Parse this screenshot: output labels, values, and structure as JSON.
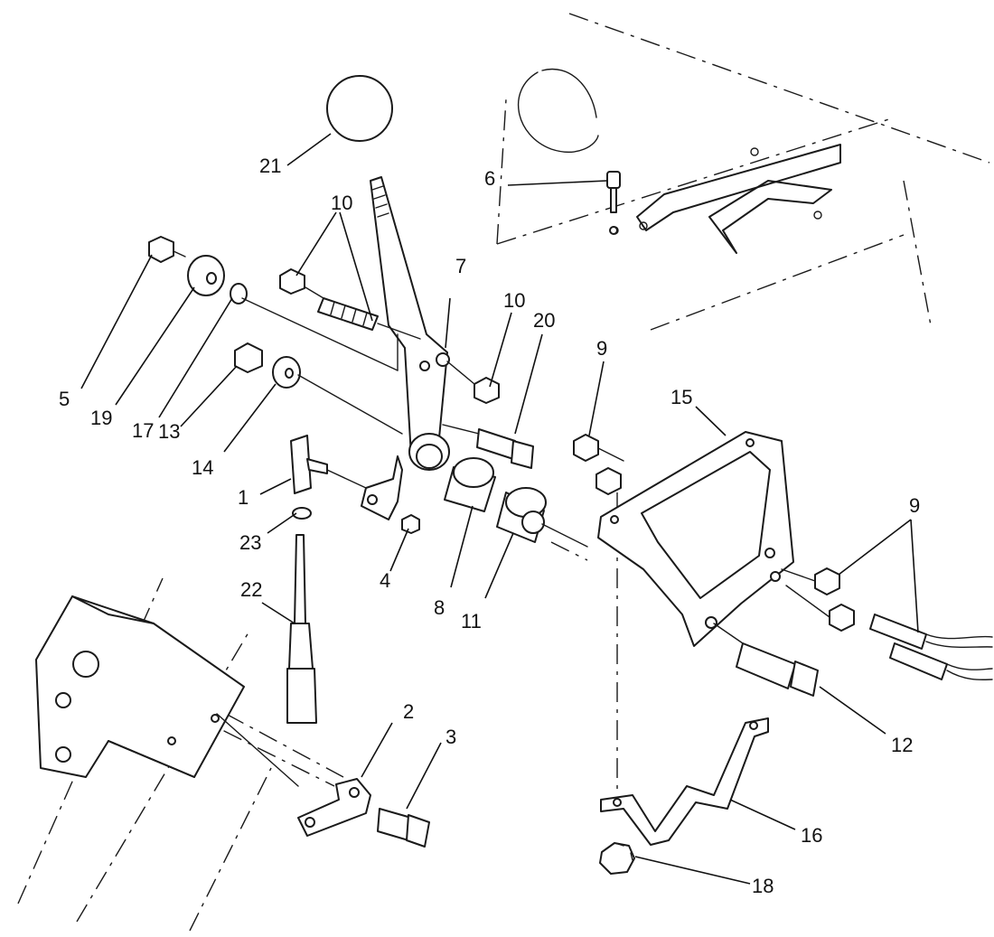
{
  "callouts": {
    "c1": "1",
    "c2": "2",
    "c3": "3",
    "c4": "4",
    "c5": "5",
    "c6": "6",
    "c7": "7",
    "c8": "8",
    "c9a": "9",
    "c9b": "9",
    "c10a": "10",
    "c10b": "10",
    "c11": "11",
    "c12": "12",
    "c13": "13",
    "c14": "14",
    "c15": "15",
    "c16": "16",
    "c17": "17",
    "c18": "18",
    "c19": "19",
    "c20": "20",
    "c21": "21",
    "c22": "22",
    "c23": "23"
  },
  "colors": {
    "line": "#1a1a1a",
    "background": "#ffffff"
  }
}
